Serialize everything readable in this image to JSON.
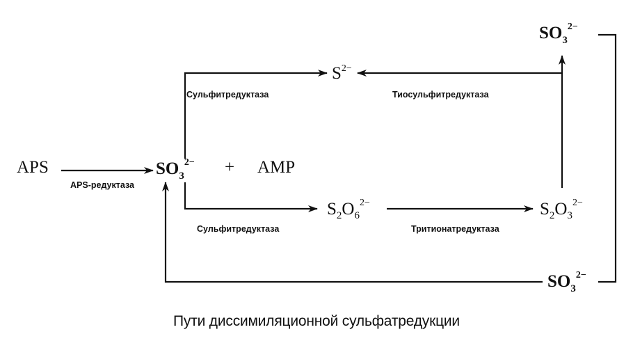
{
  "compounds": {
    "aps": "APS",
    "amp": "AMP",
    "plus": "+",
    "sulfite_main": {
      "base": "SO",
      "sub": "3",
      "charge": "2−"
    },
    "sulfide": {
      "base": "S",
      "charge": "2−"
    },
    "dithionate": {
      "base1": "S",
      "sub1": "2",
      "base2": "O",
      "sub2": "6",
      "charge": "2−"
    },
    "thiosulfate": {
      "base1": "S",
      "sub1": "2",
      "base2": "O",
      "sub2": "3",
      "charge": "2−"
    },
    "sulfite_top": {
      "base": "SO",
      "sub": "3",
      "charge": "2−"
    },
    "sulfite_bottom": {
      "base": "SO",
      "sub": "3",
      "charge": "2−"
    }
  },
  "enzymes": {
    "aps_reductase": "APS-редуктаза",
    "sulfite_reductase_top": "Сульфитредуктаза",
    "thiosulfite_reductase": "Тиосульфитредуктаза",
    "sulfite_reductase_bottom": "Сульфитредуктаза",
    "trithionate_reductase": "Тритионатредуктаза"
  },
  "caption": "Пути диссимиляционной сульфатредукции"
}
